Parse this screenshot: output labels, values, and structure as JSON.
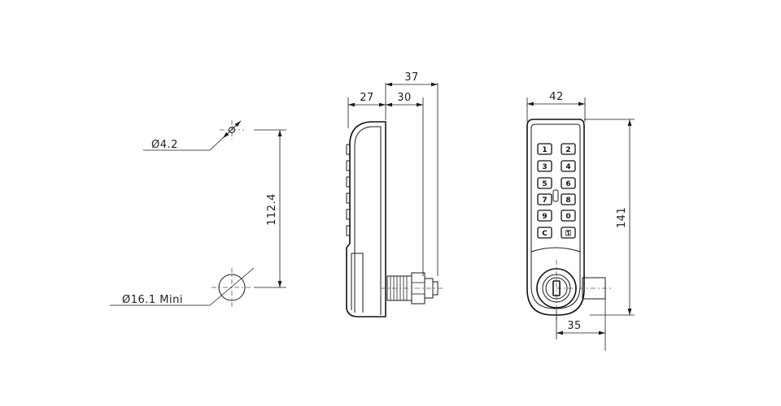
{
  "dimensions": {
    "small_hole": "Ø4.2",
    "large_hole": "Ø16.1 Mini",
    "hole_spacing": "112.4",
    "overall_depth": "37",
    "front_depth": "27",
    "rear_depth": "30",
    "front_width": "42",
    "front_height": "141",
    "cam_offset": "35"
  },
  "keypad": {
    "keys": [
      "1",
      "2",
      "3",
      "4",
      "5",
      "6",
      "7",
      "8",
      "9",
      "0",
      "C",
      "⚿"
    ]
  }
}
